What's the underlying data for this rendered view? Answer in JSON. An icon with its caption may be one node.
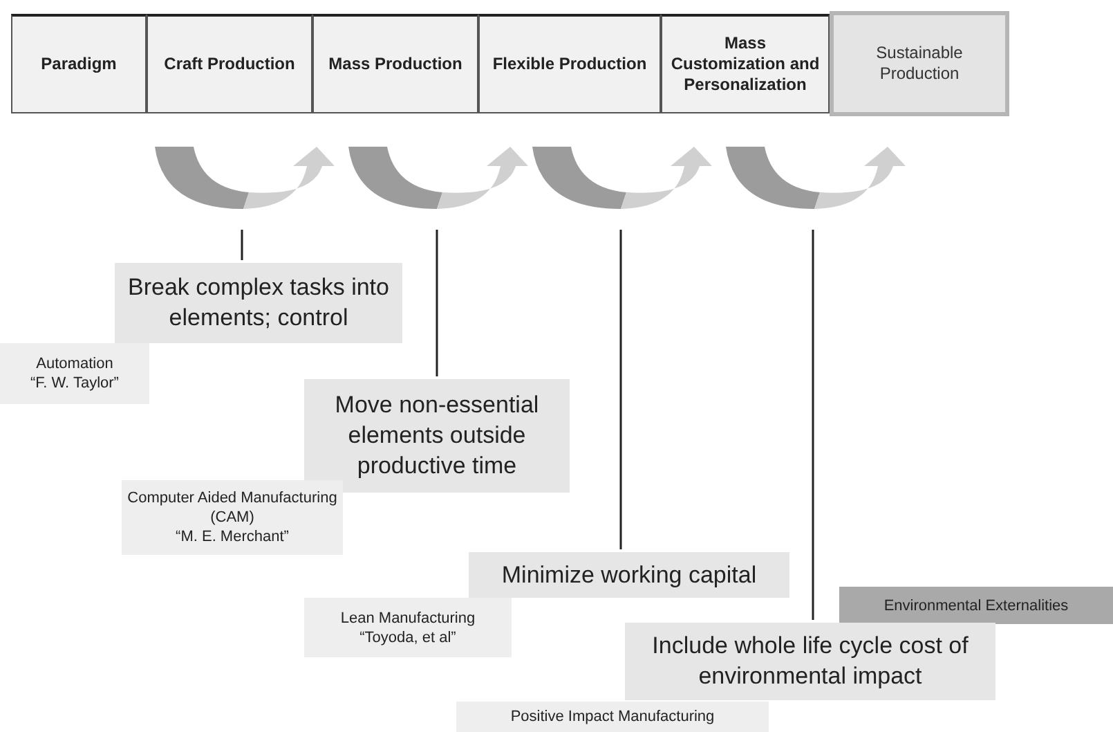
{
  "diagram": {
    "nodes": [
      {
        "text": [
          "Paradigm"
        ]
      },
      {
        "text": [
          "Craft Production"
        ]
      },
      {
        "text": [
          "Mass Production"
        ]
      },
      {
        "text": [
          "Flexible Production"
        ]
      },
      {
        "text": [
          "Mass Customization and Personalization"
        ]
      },
      {
        "text": [
          "Sustainable Production"
        ]
      },
      {
        "text": [],
        "shape": "arrow"
      },
      {
        "text": [],
        "shape": "arrow"
      },
      {
        "text": [],
        "shape": "arrow"
      },
      {
        "text": [],
        "shape": "arrow"
      },
      {
        "text": [
          "Break complex tasks into elements; control"
        ]
      },
      {
        "text": [
          "Automation",
          "“F. W. Taylor”"
        ]
      },
      {
        "text": [
          "Move non-essential elements outside productive time"
        ]
      },
      {
        "text": [
          "Computer Aided Manufacturing (CAM)",
          "“M. E. Merchant”"
        ]
      },
      {
        "text": [
          "Minimize working capital"
        ]
      },
      {
        "text": [
          "Lean Manufacturing",
          "“Toyoda, et al”"
        ]
      },
      {
        "text": [
          "Environmental Externalities"
        ]
      },
      {
        "text": [
          "Include whole life cycle cost of environmental impact"
        ]
      },
      {
        "text": [
          "Positive Impact Manufacturing"
        ]
      }
    ],
    "edges": [
      {
        "from": 6,
        "to": 10,
        "arrow": "none"
      },
      {
        "from": 7,
        "to": 12,
        "arrow": "none"
      },
      {
        "from": 8,
        "to": 14,
        "arrow": "none"
      },
      {
        "from": 9,
        "to": 17,
        "arrow": "none"
      }
    ]
  }
}
